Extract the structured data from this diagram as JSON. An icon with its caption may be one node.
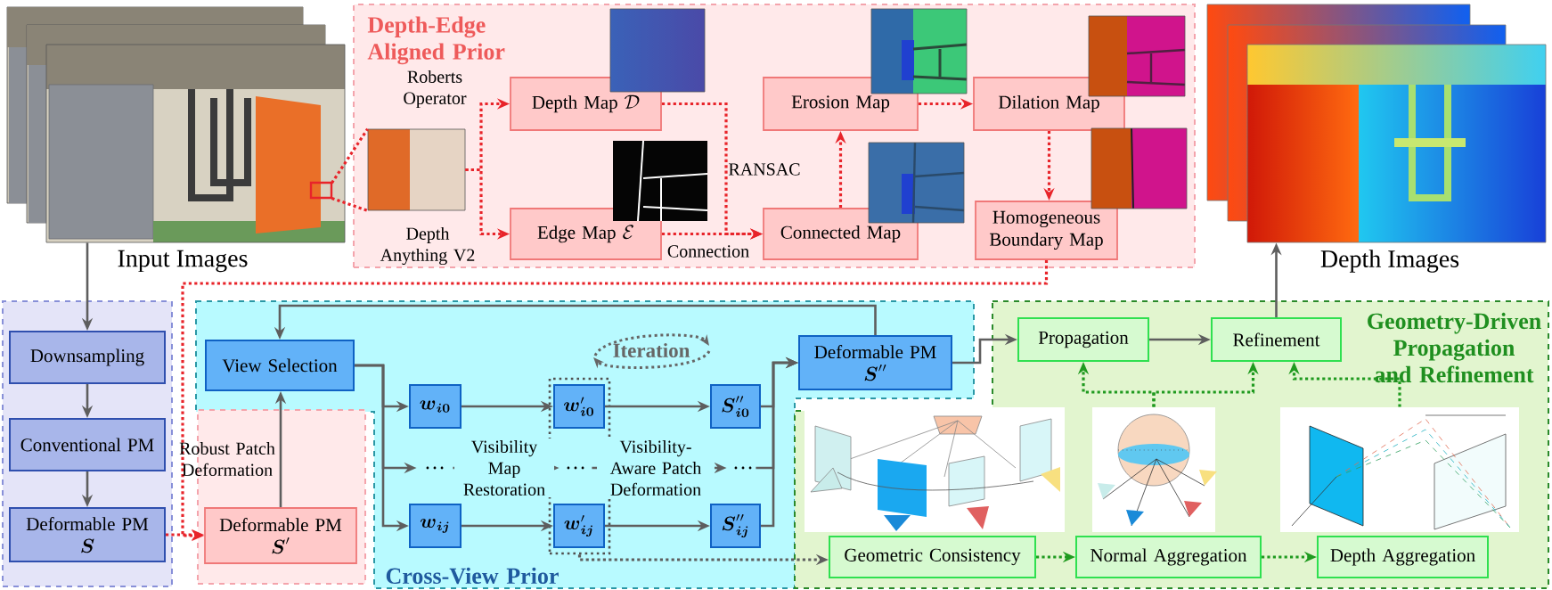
{
  "diagram": {
    "nodes": [
      {
        "text": [
          "Input Images"
        ]
      },
      {
        "text": [
          "Depth-Edge Aligned Prior"
        ]
      },
      {
        "text": [],
        "shape": "picture",
        "in": 1
      },
      {
        "text": [
          "Depth Map",
          "\\mathcal{D}"
        ],
        "in": 1
      },
      {
        "text": [
          "Edge Map",
          "\\mathcal{E}"
        ],
        "in": 1
      },
      {
        "text": [
          "Erosion Map"
        ],
        "in": 1
      },
      {
        "text": [
          "Dilation Map"
        ],
        "in": 1
      },
      {
        "text": [
          "Connected Map"
        ],
        "in": 1
      },
      {
        "text": [
          "Homogeneous Boundary Map"
        ],
        "in": 1
      },
      {
        "text": [
          "Depth Images"
        ]
      },
      {
        "text": [],
        "shape": "box"
      },
      {
        "text": [
          "Downsampling"
        ],
        "in": 10
      },
      {
        "text": [
          "Conventional PM"
        ],
        "in": 10
      },
      {
        "text": [
          "Deformable PM",
          "\\boldsymbol{S}"
        ],
        "in": 10
      },
      {
        "text": [
          "Cross-View Prior"
        ]
      },
      {
        "text": [],
        "shape": "box"
      },
      {
        "text": [
          "View Selection"
        ],
        "in": 14
      },
      {
        "text": [
          "Deformable PM",
          "\\boldsymbol{S}'"
        ],
        "in": 15
      },
      {
        "text": [
          "\\boldsymbol{w}_{\\boldsymbol{i0}}"
        ],
        "in": 14
      },
      {
        "text": [
          "…"
        ],
        "in": 14
      },
      {
        "text": [
          "\\boldsymbol{w}_{\\boldsymbol{ij}}"
        ],
        "in": 14
      },
      {
        "text": [],
        "shape": "box",
        "in": 14
      },
      {
        "text": [
          "\\boldsymbol{w}'_{\\boldsymbol{i0}}"
        ],
        "in": 21
      },
      {
        "text": [
          "…"
        ],
        "in": 21
      },
      {
        "text": [
          "\\boldsymbol{w}'_{\\boldsymbol{ij}}"
        ],
        "in": 21
      },
      {
        "text": [
          "\\boldsymbol{S}''_{\\boldsymbol{i0}}"
        ],
        "in": 14
      },
      {
        "text": [
          "…"
        ],
        "in": 14
      },
      {
        "text": [
          "\\boldsymbol{S}''_{\\boldsymbol{ij}}"
        ],
        "in": 14
      },
      {
        "text": [
          "Deformable PM",
          "\\boldsymbol{S}''"
        ],
        "in": 14
      },
      {
        "text": [
          "Geometry-Driven Propagation and Refinement"
        ]
      },
      {
        "text": [
          "Propagation"
        ],
        "in": 29
      },
      {
        "text": [
          "Refinement"
        ],
        "in": 29
      },
      {
        "text": [],
        "shape": "picture",
        "in": 29
      },
      {
        "text": [],
        "shape": "picture",
        "in": 29
      },
      {
        "text": [],
        "shape": "picture",
        "in": 29
      },
      {
        "text": [
          "Geometric Consistency"
        ],
        "in": 29
      },
      {
        "text": [
          "Normal Aggregation"
        ],
        "in": 29
      },
      {
        "text": [
          "Depth Aggregation"
        ],
        "in": 29
      },
      {
        "text": [],
        "shape": "picture",
        "in": 1
      },
      {
        "text": [],
        "shape": "picture",
        "in": 1
      },
      {
        "text": [],
        "shape": "picture",
        "in": 1
      },
      {
        "text": [],
        "shape": "picture",
        "in": 1
      },
      {
        "text": [],
        "shape": "picture",
        "in": 1
      },
      {
        "text": [],
        "shape": "picture",
        "in": 1
      }
    ],
    "edges": [
      {
        "from": 0,
        "to": 11,
        "arrow": "to"
      },
      {
        "from": 11,
        "to": 12,
        "arrow": "to"
      },
      {
        "from": 12,
        "to": 13,
        "arrow": "to"
      },
      {
        "from": 0,
        "to": 2,
        "arrow": "none",
        "style": "dashed",
        "color": "#e8242a"
      },
      {
        "from": 0,
        "to": 2,
        "arrow": "none",
        "style": "dashed",
        "color": "#e8242a"
      },
      {
        "from": 2,
        "to": 3,
        "arrow": "to",
        "label": "Roberts Operator",
        "style": "dashed",
        "color": "#e8242a"
      },
      {
        "from": 2,
        "to": 4,
        "arrow": "to",
        "label": "Depth Anything V2",
        "style": "dashed",
        "color": "#e8242a"
      },
      {
        "from": 3,
        "to": 7,
        "arrow": "to",
        "label": "RANSAC",
        "style": "dashed",
        "color": "#e8242a"
      },
      {
        "from": 4,
        "to": 7,
        "arrow": "to",
        "label": "Connection",
        "style": "dashed",
        "color": "#e8242a"
      },
      {
        "from": 7,
        "to": 5,
        "arrow": "to",
        "style": "dashed",
        "color": "#e8242a"
      },
      {
        "from": 5,
        "to": 6,
        "arrow": "to",
        "style": "dashed",
        "color": "#e8242a"
      },
      {
        "from": 6,
        "to": 8,
        "arrow": "to",
        "style": "dashed",
        "color": "#e8242a"
      },
      {
        "from": 8,
        "to": 17,
        "arrow": "to",
        "style": "dashed",
        "color": "#e8242a"
      },
      {
        "from": 13,
        "to": 17,
        "arrow": "to",
        "style": "dashed",
        "color": "#e8242a"
      },
      {
        "from": 17,
        "to": 16,
        "arrow": "to",
        "label": "Robust Patch Deformation"
      },
      {
        "from": 16,
        "to": 18,
        "arrow": "to"
      },
      {
        "from": 16,
        "to": 19,
        "arrow": "to"
      },
      {
        "from": 16,
        "to": 20,
        "arrow": "to"
      },
      {
        "from": 18,
        "to": 22,
        "arrow": "to"
      },
      {
        "from": 19,
        "to": 23,
        "arrow": "to",
        "label": "Visibility Map Restoration"
      },
      {
        "from": 20,
        "to": 24,
        "arrow": "to"
      },
      {
        "from": 22,
        "to": 25,
        "arrow": "to"
      },
      {
        "from": 23,
        "to": 26,
        "arrow": "to",
        "label": "Visibility-Aware Patch Deformation"
      },
      {
        "from": 24,
        "to": 27,
        "arrow": "to"
      },
      {
        "from": 25,
        "to": 28,
        "arrow": "to"
      },
      {
        "from": 26,
        "to": 28,
        "arrow": "to"
      },
      {
        "from": 27,
        "to": 28,
        "arrow": "to"
      },
      {
        "from": 28,
        "to": 16,
        "arrow": "to"
      },
      {
        "from": 28,
        "to": 30,
        "arrow": "to"
      },
      {
        "from": 30,
        "to": 31,
        "arrow": "to"
      },
      {
        "from": 31,
        "to": 9,
        "arrow": "to"
      },
      {
        "from": 21,
        "to": 35,
        "arrow": "to",
        "style": "dashed"
      },
      {
        "from": 35,
        "to": 36,
        "arrow": "to",
        "style": "dashed",
        "color": "#1f9a1f"
      },
      {
        "from": 36,
        "to": 37,
        "arrow": "to",
        "style": "dashed",
        "color": "#1f9a1f"
      },
      {
        "from": 33,
        "to": 30,
        "arrow": "to",
        "style": "dashed",
        "color": "#1f9a1f"
      },
      {
        "from": 33,
        "to": 31,
        "arrow": "to",
        "style": "dashed",
        "color": "#1f9a1f"
      },
      {
        "from": 34,
        "to": 31,
        "arrow": "to",
        "style": "dashed",
        "color": "#1f9a1f"
      }
    ],
    "labels": [
      "Iteration"
    ]
  }
}
